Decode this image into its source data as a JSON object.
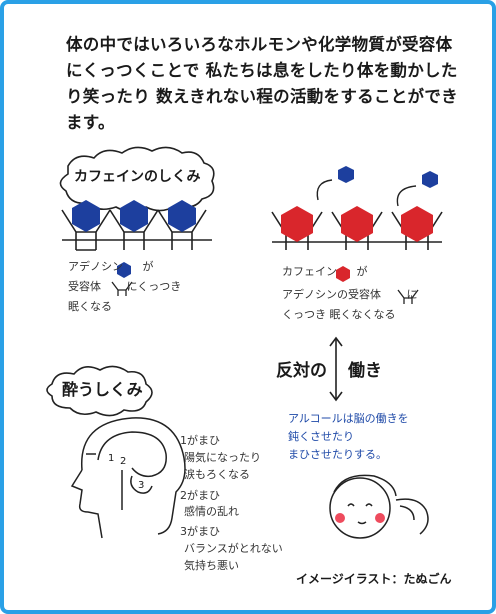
{
  "intro": "体の中ではいろいろなホルモンや化学物質が受容体にくっつくことで 私たちは息をしたり体を動かしたり笑ったり 数えきれない程の活動をすることができます。",
  "caffeine": {
    "title": "カフェインのしくみ",
    "left_line1": "アデノシン",
    "left_line1b": "が",
    "left_line2a": "受容体",
    "left_line2b": "にくっつき",
    "left_line3": "眠くなる",
    "right_line1a": "カフェイン",
    "right_line1b": "が",
    "right_line2a": "アデノシンの受容体",
    "right_line2b": "に",
    "right_line3": "くっつき 眠くなくなる"
  },
  "opposite": {
    "left": "反対の",
    "right": "働き",
    "note_line1": "アルコールは脳の働きを",
    "note_line2": "鈍くさせたり",
    "note_line3": "まひさせたりする。"
  },
  "drunk": {
    "title": "酔うしくみ",
    "brain_labels": [
      "1",
      "2",
      "3"
    ],
    "items": [
      "1がまひ",
      "陽気になったり",
      "涙もろくなる",
      "2がまひ",
      "感情の乱れ",
      "3がまひ",
      "バランスがとれない",
      "気持ち悪い"
    ]
  },
  "credit": "イメージイラスト：たぬごん",
  "colors": {
    "frame": "#2aa0e6",
    "adenosine": "#1d3f9e",
    "caffeine": "#d9262c",
    "note_text": "#1f4aa8"
  }
}
